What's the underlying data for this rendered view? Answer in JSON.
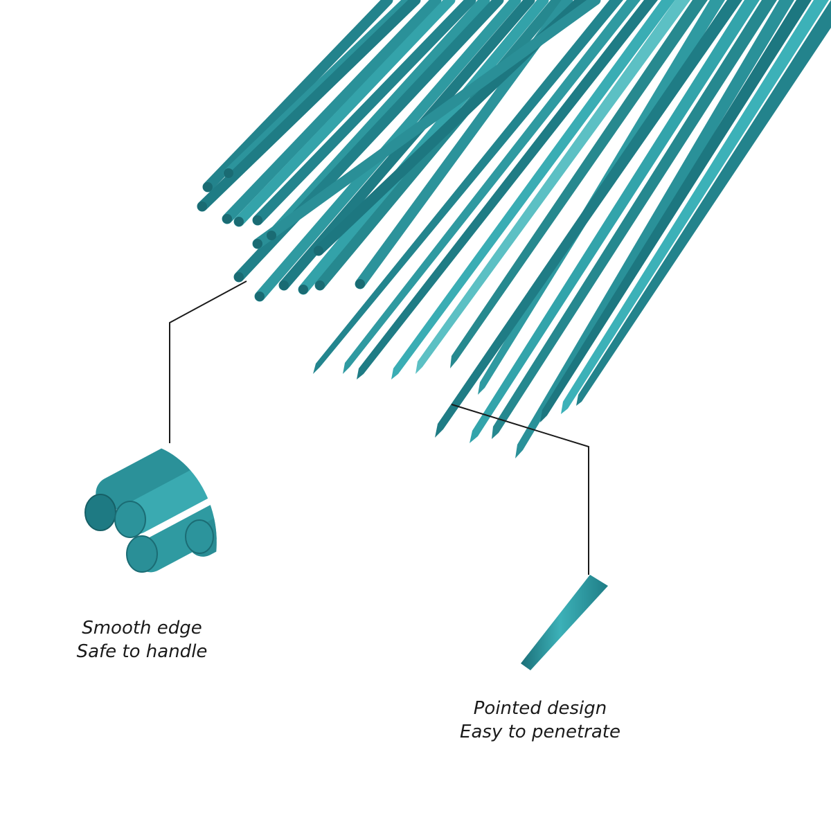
{
  "colors": {
    "stick_base": "#2a8e96",
    "stick_light": "#3cb1b8",
    "stick_dark": "#1b6f78",
    "callout_line": "#1a1a1a"
  },
  "callouts": {
    "smooth": {
      "line1": "Smooth edge",
      "line2": "Safe to handle"
    },
    "pointed": {
      "line1": "Pointed design",
      "line2": "Easy to penetrate"
    }
  }
}
